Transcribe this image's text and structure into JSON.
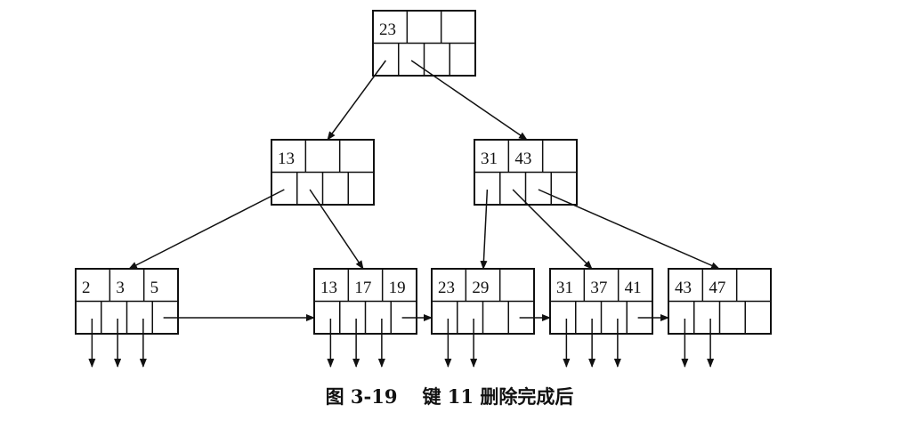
{
  "tree": {
    "root": {
      "keys": [
        "23",
        "",
        ""
      ]
    },
    "internal": [
      {
        "keys": [
          "13",
          "",
          ""
        ]
      },
      {
        "keys": [
          "31",
          "43",
          ""
        ]
      }
    ],
    "leaves": [
      {
        "keys": [
          "2",
          "3",
          "5"
        ],
        "record_pointers": 3
      },
      {
        "keys": [
          "13",
          "17",
          "19"
        ],
        "record_pointers": 3
      },
      {
        "keys": [
          "23",
          "29",
          ""
        ],
        "record_pointers": 2
      },
      {
        "keys": [
          "31",
          "37",
          "41"
        ],
        "record_pointers": 3
      },
      {
        "keys": [
          "43",
          "47",
          ""
        ],
        "record_pointers": 2
      }
    ]
  },
  "caption": {
    "figure": "图 3-19",
    "text": "键 11 删除完成后"
  }
}
